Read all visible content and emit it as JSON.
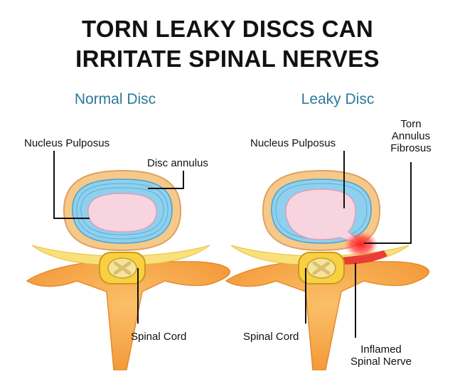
{
  "title": {
    "line1": "TORN LEAKY DISCS CAN",
    "line2": "IRRITATE SPINAL NERVES"
  },
  "normal": {
    "heading": "Normal Disc",
    "nucleus_label": "Nucleus Pulposus",
    "annulus_label": "Disc annulus",
    "cord_label": "Spinal Cord"
  },
  "leaky": {
    "heading": "Leaky Disc",
    "nucleus_label": "Nucleus Pulposus",
    "torn_label_line1": "Torn",
    "torn_label_line2": "Annulus",
    "torn_label_line3": "Fibrosus",
    "cord_label": "Spinal Cord",
    "nerve_label_line1": "Inflamed",
    "nerve_label_line2": "Spinal Nerve"
  },
  "colors": {
    "heading": "#2b7a9b",
    "bone": "#f7a84a",
    "bone_edge": "#e88a2a",
    "nerve": "#f9e07a",
    "annulus": "#8fd0ee",
    "nucleus": "#f8d4e0",
    "inflammation": "#e8202a"
  }
}
